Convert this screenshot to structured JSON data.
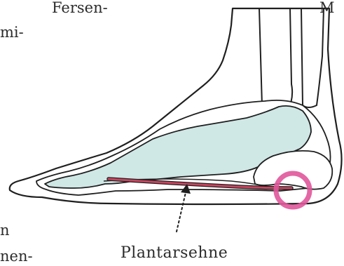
{
  "text_fragments": {
    "fersen": "Fersen-",
    "mi": "mi-",
    "m": "M",
    "n": "n",
    "nen": "nen-"
  },
  "labels": {
    "plantarsehne": "Plantarsehne"
  },
  "colors": {
    "outline": "#1f1f1f",
    "bone_fill": "#cfe7e5",
    "tendon": "#c8455f",
    "highlight_ring": "#e0579a"
  }
}
